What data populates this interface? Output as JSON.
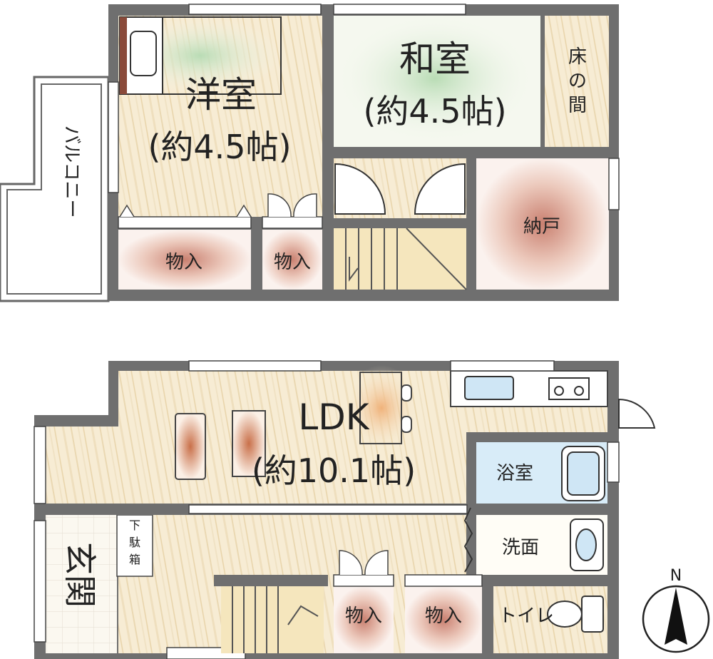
{
  "floor2": {
    "western_room": {
      "name": "洋室",
      "size": "(約4.5帖)"
    },
    "japanese_room": {
      "name": "和室",
      "size": "(約4.5帖)"
    },
    "tokonoma": {
      "chars": [
        "床",
        "の",
        "間"
      ]
    },
    "closet_storage": "納戸",
    "storage_a": "物入",
    "storage_b": "物入",
    "balcony": "バルコニー"
  },
  "floor1": {
    "ldk": {
      "name": "LDK",
      "size": "(約10.1帖)"
    },
    "bathroom": "浴室",
    "washroom": "洗面",
    "toilet": "トイレ",
    "entrance": "玄関",
    "shoe_box": {
      "chars": [
        "下",
        "駄",
        "箱"
      ]
    },
    "storage_a": "物入",
    "storage_b": "物入"
  },
  "compass": {
    "label": "N"
  },
  "colors": {
    "wall": "#6f6f6f",
    "floor": "#f6ead2",
    "tatami": "#f5f8ef",
    "bath": "#d8ecf8",
    "storage_glow": "#c98070"
  }
}
